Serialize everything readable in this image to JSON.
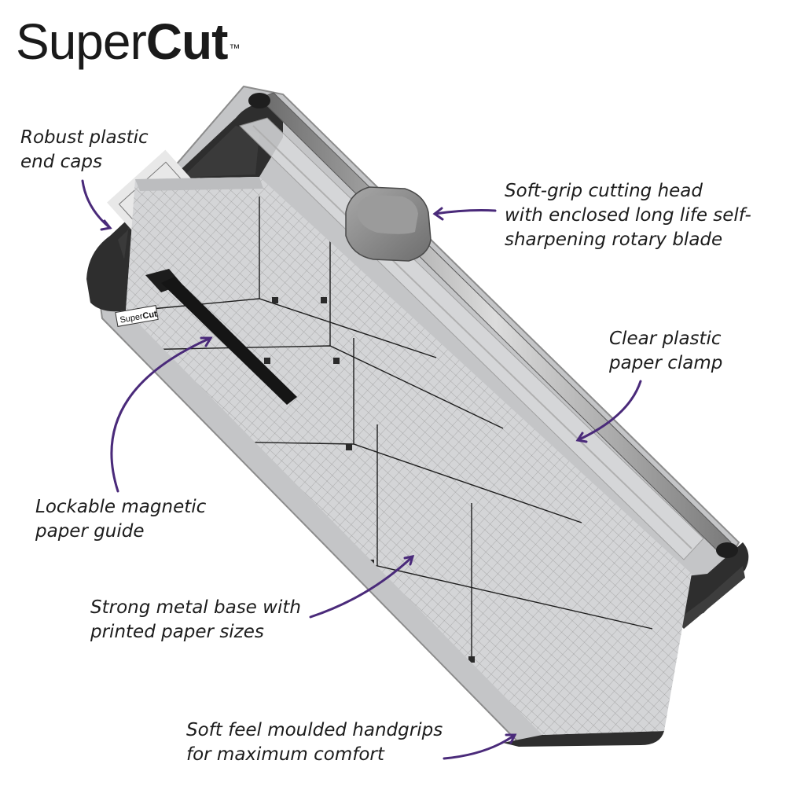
{
  "brand": {
    "name_light": "Super",
    "name_bold": "Cut",
    "trademark": "™"
  },
  "callouts": {
    "end_caps": {
      "line1": "Robust plastic",
      "line2": "end caps"
    },
    "cutting_head": {
      "line1": "Soft-grip cutting head",
      "line2": "with enclosed long life self-",
      "line3": "sharpening rotary blade"
    },
    "paper_clamp": {
      "line1": "Clear plastic",
      "line2": "paper clamp"
    },
    "paper_guide": {
      "line1": "Lockable magnetic",
      "line2": "paper guide"
    },
    "metal_base": {
      "line1": "Strong metal base with",
      "line2": "printed paper sizes"
    },
    "handgrips": {
      "line1": "Soft feel moulded handgrips",
      "line2": "for maximum comfort"
    }
  },
  "colors": {
    "arrow": "#4a2a7a",
    "body_dark": "#2a2a2a",
    "base_silver": "#c9cacc",
    "grid_line": "#8a8a8a",
    "head_grey": "#8b8b8b",
    "text": "#1c1c1c"
  }
}
